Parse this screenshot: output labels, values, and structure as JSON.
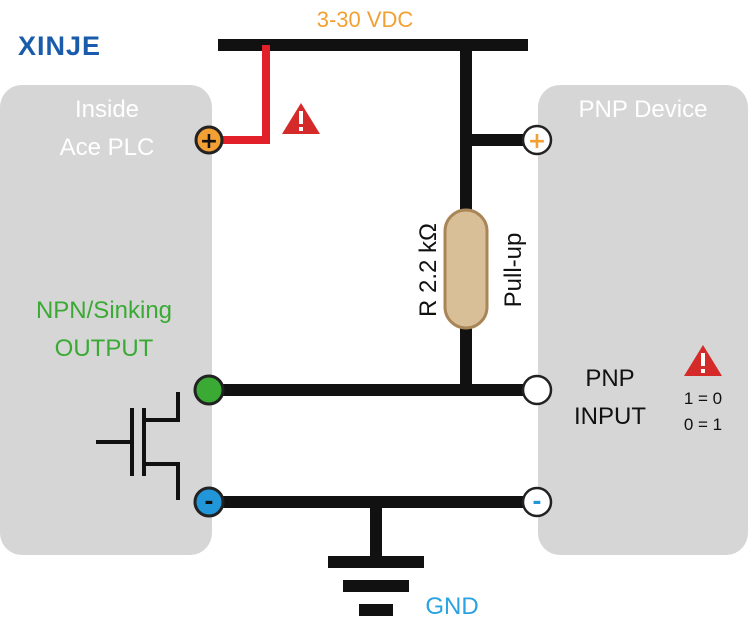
{
  "brand": {
    "logo_text": "XINJE"
  },
  "supply": {
    "label": "3-30 VDC"
  },
  "plc_box": {
    "title_line1": "Inside",
    "title_line2": "Ace PLC",
    "output_line1": "NPN/Sinking",
    "output_line2": "OUTPUT"
  },
  "device_box": {
    "title": "PNP Device",
    "input_line1": "PNP",
    "input_line2": "INPUT"
  },
  "resistor": {
    "value_label": "R 2.2 kΩ",
    "role_label": "Pull-up"
  },
  "logic_note": {
    "line1": "1 = 0",
    "line2": "0 = 1"
  },
  "terminals": {
    "plus": "+",
    "minus": "-"
  },
  "ground": {
    "label": "GND"
  },
  "colors": {
    "box_fill": "#d6d6d6",
    "wire": "#111111",
    "red_wire": "#e2202a",
    "supply_text": "#f2a033",
    "npn_text": "#3aaa35",
    "gnd_text": "#2ba3e0",
    "brand_blue": "#1a5cab",
    "plus_terminal": "#f2a033",
    "minus_terminal": "#2196d8",
    "output_terminal": "#3aaa35",
    "resistor_fill": "#d9bf98",
    "resistor_stroke": "#a98658",
    "warning_red": "#d42a2a"
  }
}
